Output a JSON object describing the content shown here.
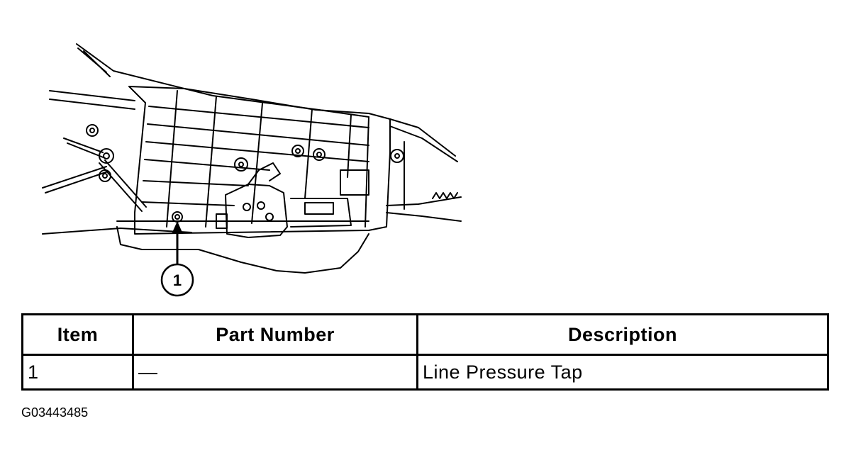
{
  "illustration": {
    "callout_number": "1"
  },
  "parts_table": {
    "headers": {
      "item": "Item",
      "part_number": "Part Number",
      "description": "Description"
    },
    "rows": [
      {
        "item": "1",
        "part_number": "—",
        "description": "Line Pressure Tap"
      }
    ]
  },
  "figure_id": "G03443485"
}
